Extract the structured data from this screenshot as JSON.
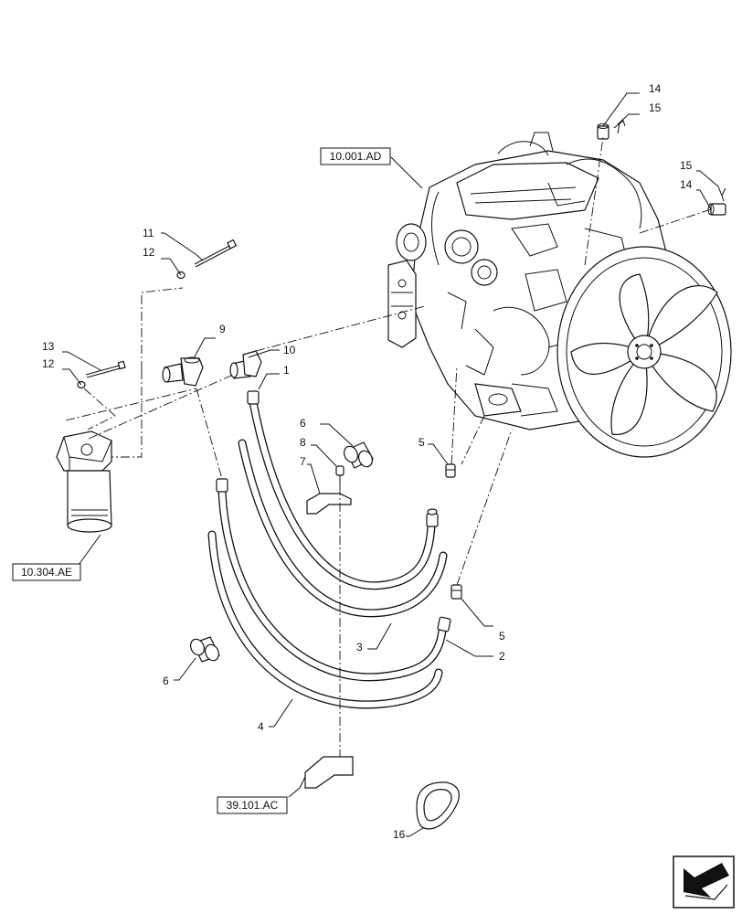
{
  "callouts": {
    "c1": "1",
    "c2": "2",
    "c3": "3",
    "c4": "4",
    "c5a": "5",
    "c5b": "5",
    "c6a": "6",
    "c6b": "6",
    "c7": "7",
    "c8": "8",
    "c9": "9",
    "c10": "10",
    "c11": "11",
    "c12a": "12",
    "c12b": "12",
    "c13": "13",
    "c14a": "14",
    "c14b": "14",
    "c15a": "15",
    "c15b": "15",
    "c16": "16"
  },
  "refs": {
    "engine": "10.001.AD",
    "filter": "10.304.AE",
    "bracket": "39.101.AC"
  },
  "icons": {
    "nav": "arrow-left-down-icon"
  }
}
